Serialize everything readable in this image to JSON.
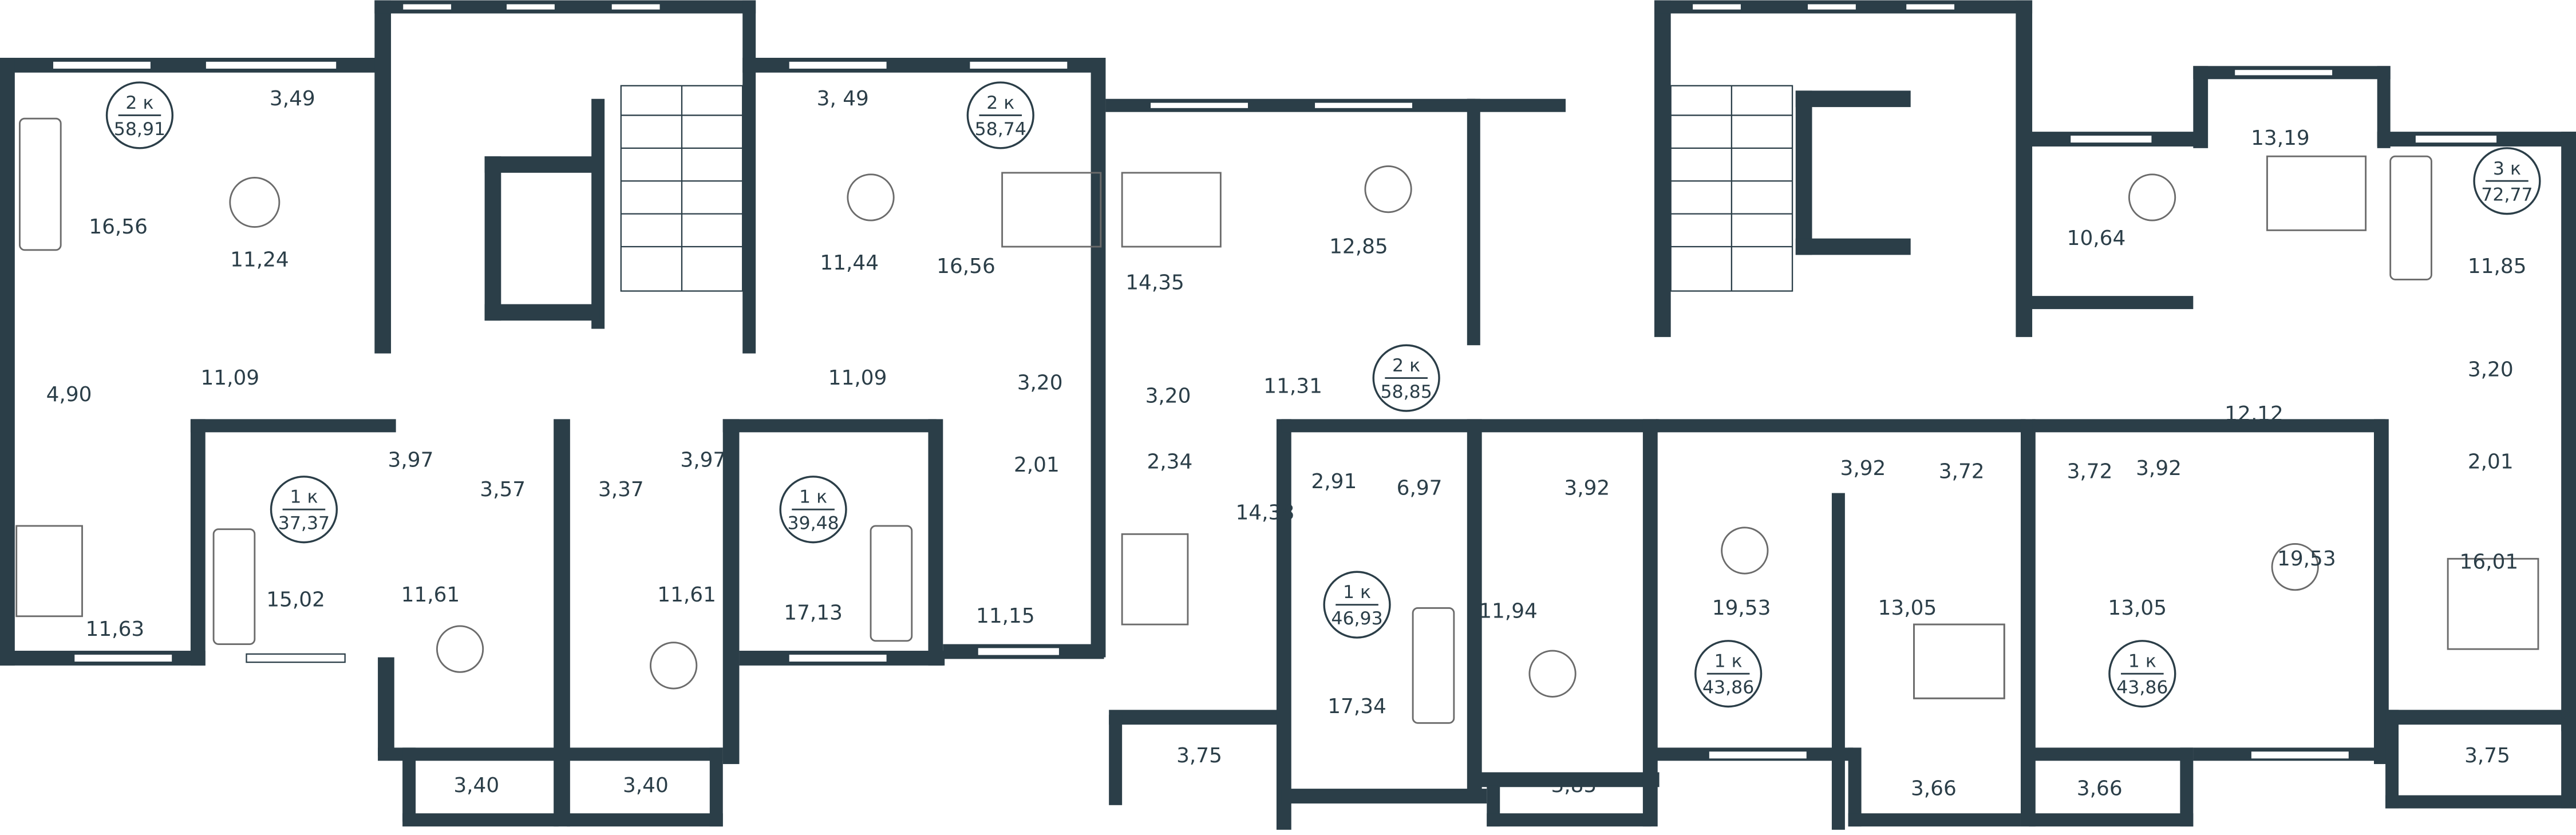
{
  "plan": {
    "wall_color": "#2b3e48",
    "apartments": [
      {
        "rooms": "2 к",
        "area": "58,91"
      },
      {
        "rooms": "1 к",
        "area": "37,37"
      },
      {
        "rooms": "1 к",
        "area": "39,48"
      },
      {
        "rooms": "2 к",
        "area": "58,74"
      },
      {
        "rooms": "2 к",
        "area": "58,85"
      },
      {
        "rooms": "1 к",
        "area": "46,93"
      },
      {
        "rooms": "1 к",
        "area": "43,86"
      },
      {
        "rooms": "1 к",
        "area": "43,86"
      },
      {
        "rooms": "3 к",
        "area": "72,77"
      }
    ],
    "room_areas": [
      "3,49",
      "16,56",
      "11,24",
      "11,09",
      "4,90",
      "11,63",
      "15,02",
      "3,97",
      "3,57",
      "11,61",
      "3,40",
      "3,37",
      "3,97",
      "11,61",
      "3,40",
      "17,13",
      "3, 49",
      "11,44",
      "16,56",
      "11,09",
      "3,20",
      "2,01",
      "11,15",
      "14,35",
      "12,85",
      "11,31",
      "3,20",
      "2,34",
      "14,38",
      "3,75",
      "2,91",
      "6,97",
      "17,34",
      "11,94",
      "3,92",
      "3,85",
      "19,53",
      "3,92",
      "3,72",
      "13,05",
      "3,66",
      "3,72",
      "3,92",
      "13,05",
      "3,66",
      "19,53",
      "10,64",
      "13,19",
      "11,85",
      "12,12",
      "3,20",
      "2,01",
      "16,01",
      "3,75"
    ]
  }
}
